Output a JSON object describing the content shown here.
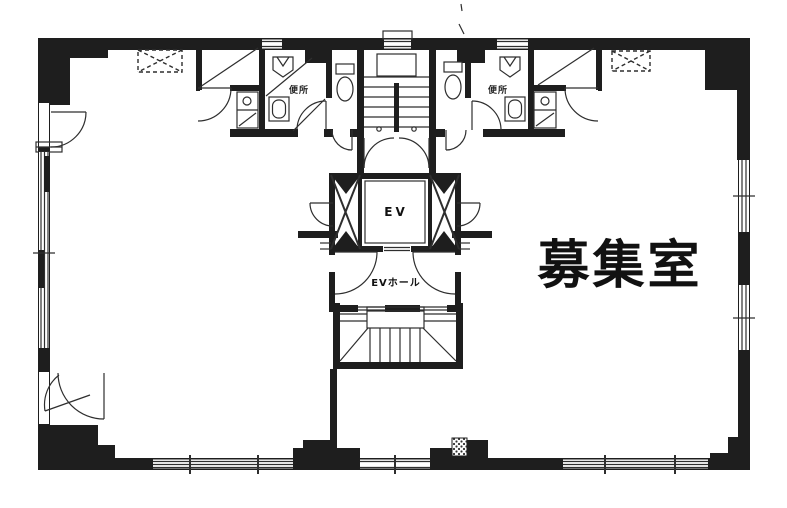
{
  "page": {
    "background": "#ffffff"
  },
  "floor_plan": {
    "room_label": "募集室",
    "elevator_label": "EV",
    "elevator_hall_label": "EVホール",
    "toilet_left_label": "便所",
    "toilet_right_label": "便所",
    "colors": {
      "wall": "#1e1e1e",
      "line": "#2e2e2e",
      "background": "#ffffff"
    }
  }
}
